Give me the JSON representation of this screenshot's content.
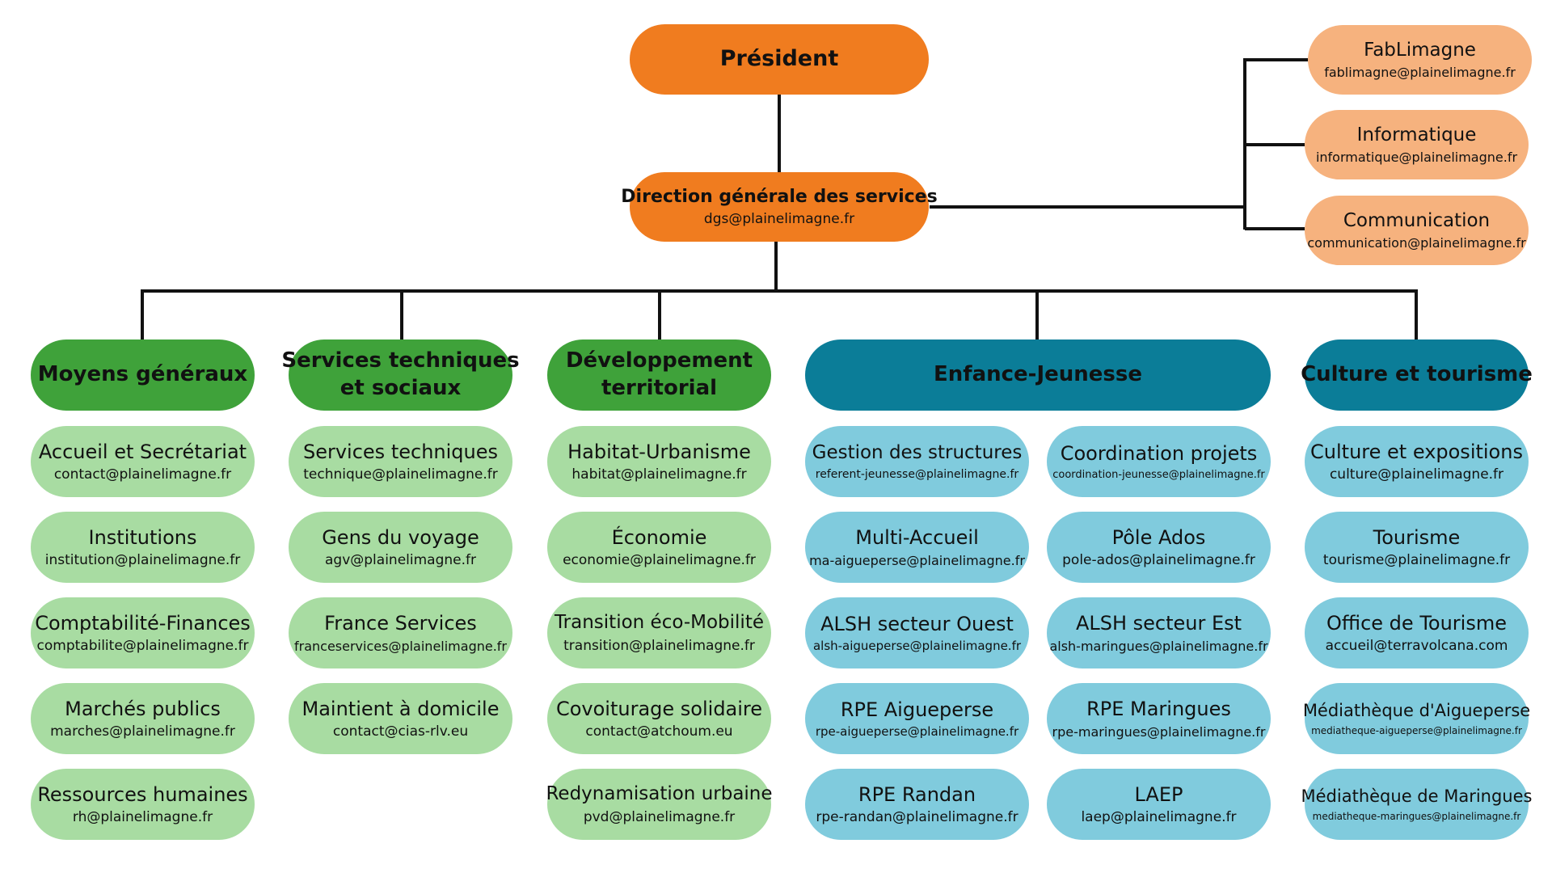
{
  "colors": {
    "president": "#f07c1f",
    "dgs": "#f07c1f",
    "side_units": "#f6b27e",
    "head_green": "#3fa23a",
    "head_teal": "#0b7d98",
    "leaf_green": "#a8dca2",
    "leaf_teal": "#80cbdd",
    "connector": "#111111"
  },
  "president": {
    "title": "Président"
  },
  "dgs": {
    "title": "Direction générale des services",
    "email": "dgs@plainelimagne.fr"
  },
  "side_units": [
    {
      "title": "FabLimagne",
      "email": "fablimagne@plainelimagne.fr"
    },
    {
      "title": "Informatique",
      "email": "informatique@plainelimagne.fr"
    },
    {
      "title": "Communication",
      "email": "communication@plainelimagne.fr"
    }
  ],
  "departments": [
    {
      "title": "Moyens généraux",
      "units": [
        {
          "title": "Accueil et Secrétariat",
          "email": "contact@plainelimagne.fr"
        },
        {
          "title": "Institutions",
          "email": "institution@plainelimagne.fr"
        },
        {
          "title": "Comptabilité-Finances",
          "email": "comptabilite@plainelimagne.fr"
        },
        {
          "title": "Marchés publics",
          "email": "marches@plainelimagne.fr"
        },
        {
          "title": "Ressources humaines",
          "email": "rh@plainelimagne.fr"
        }
      ]
    },
    {
      "title": "Services techniques\net sociaux",
      "units": [
        {
          "title": "Services techniques",
          "email": "technique@plainelimagne.fr"
        },
        {
          "title": "Gens du voyage",
          "email": "agv@plainelimagne.fr"
        },
        {
          "title": "France Services",
          "email": "franceservices@plainelimagne.fr"
        },
        {
          "title": "Maintient à domicile",
          "email": "contact@cias-rlv.eu"
        }
      ]
    },
    {
      "title": "Développement\nterritorial",
      "units": [
        {
          "title": "Habitat-Urbanisme",
          "email": "habitat@plainelimagne.fr"
        },
        {
          "title": "Économie",
          "email": "economie@plainelimagne.fr"
        },
        {
          "title": "Transition éco-Mobilité",
          "email": "transition@plainelimagne.fr"
        },
        {
          "title": "Covoiturage solidaire",
          "email": "contact@atchoum.eu"
        },
        {
          "title": "Redynamisation urbaine",
          "email": "pvd@plainelimagne.fr"
        }
      ]
    },
    {
      "title": "Enfance-Jeunesse",
      "units": [
        {
          "title": "Gestion des structures",
          "email": "referent-jeunesse@plainelimagne.fr"
        },
        {
          "title": "Coordination projets",
          "email": "coordination-jeunesse@plainelimagne.fr"
        },
        {
          "title": "Multi-Accueil",
          "email": "ma-aigueperse@plainelimagne.fr"
        },
        {
          "title": "Pôle Ados",
          "email": "pole-ados@plainelimagne.fr"
        },
        {
          "title": "ALSH secteur Ouest",
          "email": "alsh-aigueperse@plainelimagne.fr"
        },
        {
          "title": "ALSH secteur Est",
          "email": "alsh-maringues@plainelimagne.fr"
        },
        {
          "title": "RPE Aigueperse",
          "email": "rpe-aigueperse@plainelimagne.fr"
        },
        {
          "title": "RPE Maringues",
          "email": "rpe-maringues@plainelimagne.fr"
        },
        {
          "title": "RPE Randan",
          "email": "rpe-randan@plainelimagne.fr"
        },
        {
          "title": "LAEP",
          "email": "laep@plainelimagne.fr"
        }
      ]
    },
    {
      "title": "Culture et tourisme",
      "units": [
        {
          "title": "Culture et expositions",
          "email": "culture@plainelimagne.fr"
        },
        {
          "title": "Tourisme",
          "email": "tourisme@plainelimagne.fr"
        },
        {
          "title": "Office de Tourisme",
          "email": "accueil@terravolcana.com"
        },
        {
          "title": "Médiathèque d'Aigueperse",
          "email": "mediatheque-aigueperse@plainelimagne.fr"
        },
        {
          "title": "Médiathèque de Maringues",
          "email": "mediatheque-maringues@plainelimagne.fr"
        }
      ]
    }
  ]
}
